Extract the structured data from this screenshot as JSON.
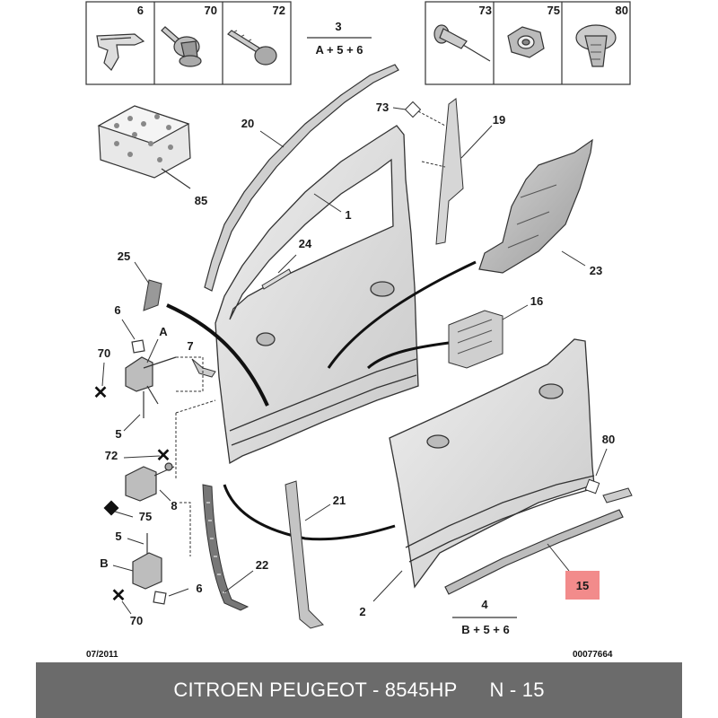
{
  "header_boxes_left": [
    {
      "num": "6",
      "icon": "clip-icon"
    },
    {
      "num": "70",
      "icon": "screw-washer-icon"
    },
    {
      "num": "72",
      "icon": "screw-icon"
    }
  ],
  "header_boxes_right": [
    {
      "num": "73",
      "icon": "rivet-icon"
    },
    {
      "num": "75",
      "icon": "nut-icon"
    },
    {
      "num": "80",
      "icon": "push-clip-icon"
    }
  ],
  "kits": {
    "kit3_num": "3",
    "kit3_formula": "A + 5 + 6",
    "kit4_num": "4",
    "kit4_formula": "B + 5 + 6"
  },
  "callouts": {
    "c1": "1",
    "c2": "2",
    "c5a": "5",
    "c5b": "5",
    "c6a": "6",
    "c6b": "6",
    "c7": "7",
    "c8": "8",
    "c15": "15",
    "c16": "16",
    "c19": "19",
    "c20": "20",
    "c21": "21",
    "c22": "22",
    "c23": "23",
    "c24": "24",
    "c25": "25",
    "c70a": "70",
    "c70b": "70",
    "c72": "72",
    "c73": "73",
    "c75": "75",
    "c80": "80",
    "c85": "85",
    "cA": "A",
    "cB": "B"
  },
  "colors": {
    "highlight": "#f28b8b",
    "door": "#d9d9d9",
    "footer_bg": "#6b6b6b"
  },
  "meta": {
    "date": "07/2011",
    "ref": "00077664"
  },
  "footer": {
    "brand": "CITROEN PEUGEOT - 8545HP",
    "code": "N - 15"
  }
}
